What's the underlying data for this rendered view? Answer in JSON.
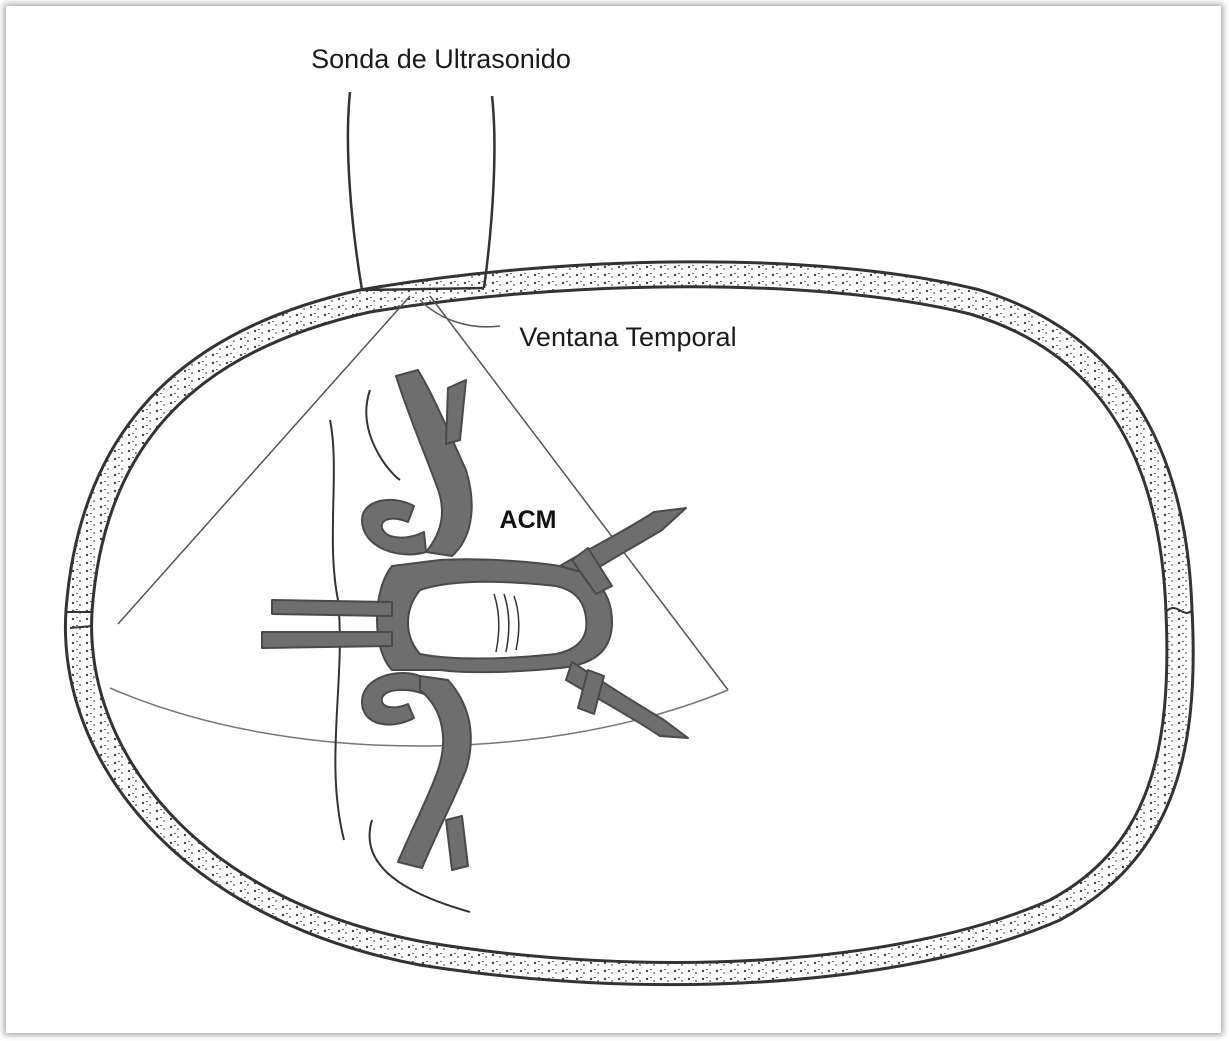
{
  "diagram": {
    "labels": {
      "probe": "Sonda de Ultrasonido",
      "window": "Ventana Temporal",
      "artery": "ACM"
    },
    "colors": {
      "outline": "#3a3a3a",
      "vessel_fill": "#6e6e6e",
      "vessel_stroke": "#4a4a4a",
      "background": "#ffffff"
    }
  }
}
